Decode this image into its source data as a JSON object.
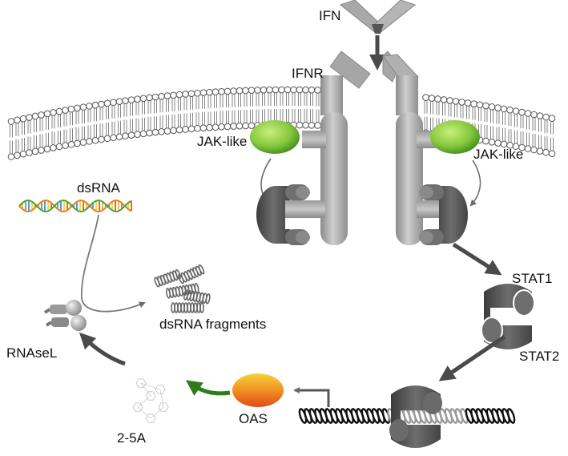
{
  "labels": {
    "ifn": "IFN",
    "ifnr": "IFNR",
    "jak_left": "JAK-like",
    "jak_right": "JAK-like",
    "dsrna": "dsRNA",
    "dsrna_fragments": "dsRNA fragments",
    "rnasel": "RNAseL",
    "stat1": "STAT1",
    "stat2": "STAT2",
    "oas": "OAS",
    "two_five_a": "2-5A"
  },
  "colors": {
    "receptor": "#a6a6a6",
    "stat": "#5a5a5a",
    "jak": "#7cc43c",
    "oas_top": "#f6c23a",
    "oas_bottom": "#e85a1c",
    "green_arrow": "#2f7d1a",
    "dark_arrow": "#4a4a4a"
  }
}
